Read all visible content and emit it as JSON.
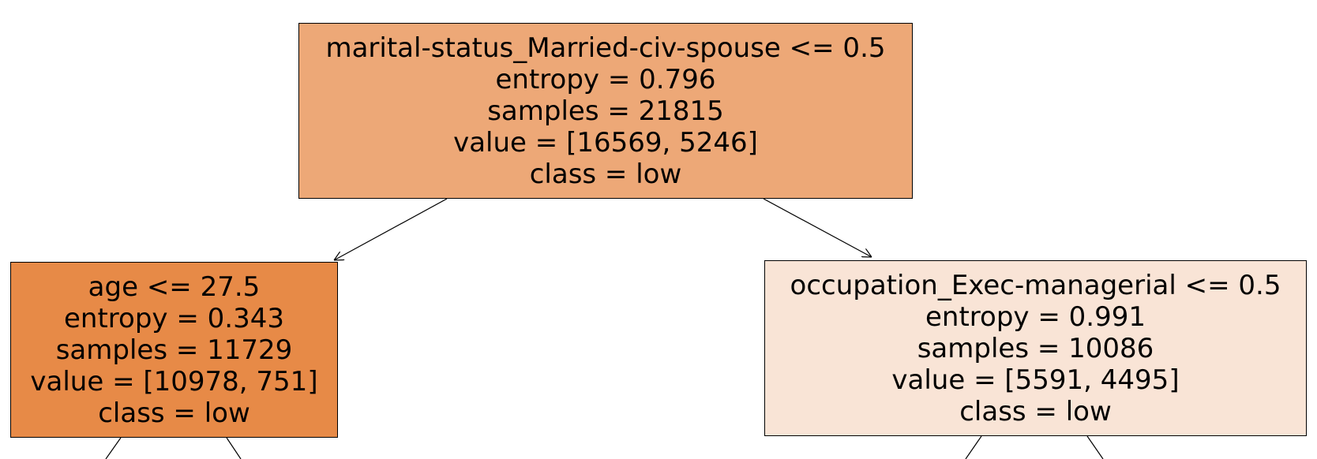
{
  "tree": {
    "nodes": [
      {
        "id": "root",
        "split": "marital-status_Married-civ-spouse <= 0.5",
        "entropy": "entropy = 0.796",
        "samples": "samples = 21815",
        "value": "value = [16569, 5246]",
        "class": "class = low",
        "fill": "#eda877"
      },
      {
        "id": "left",
        "split": "age <= 27.5",
        "entropy": "entropy = 0.343",
        "samples": "samples = 11729",
        "value": "value = [10978, 751]",
        "class": "class = low",
        "fill": "#e78a47"
      },
      {
        "id": "right",
        "split": "occupation_Exec-managerial <= 0.5",
        "entropy": "entropy = 0.991",
        "samples": "samples = 10086",
        "value": "value = [5591, 4495]",
        "class": "class = low",
        "fill": "#f9e4d6"
      }
    ]
  }
}
